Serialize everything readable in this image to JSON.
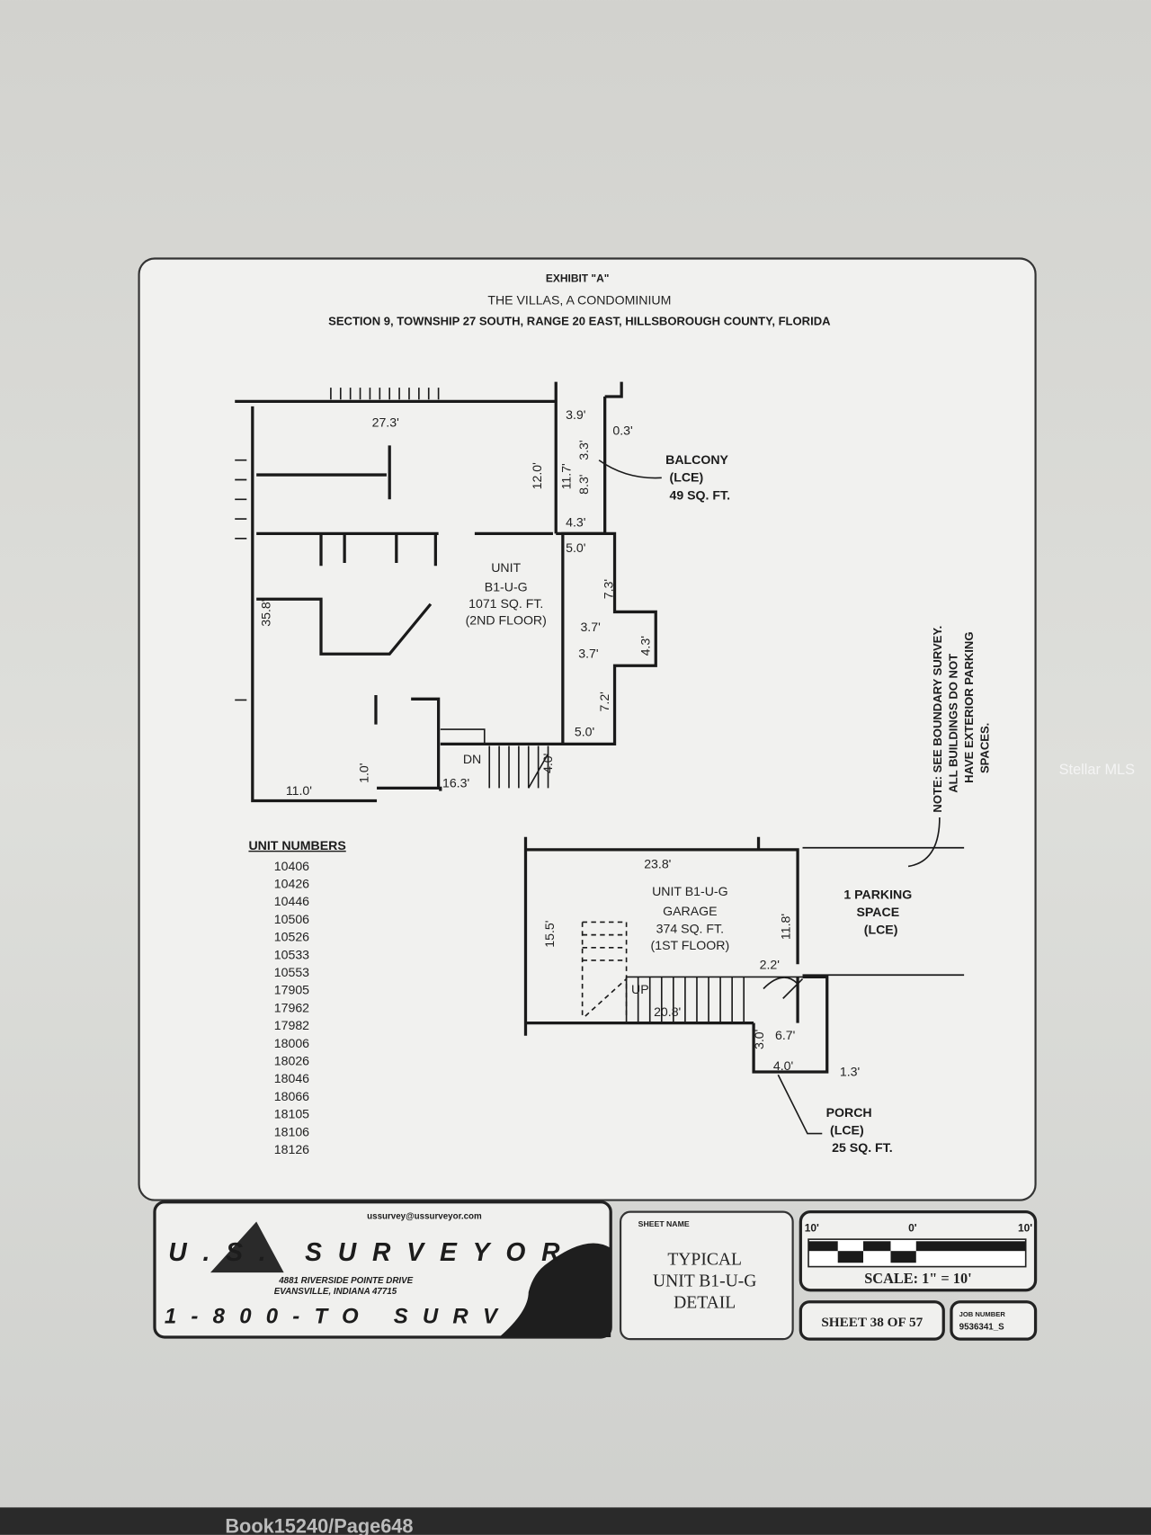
{
  "header": {
    "exhibit": "EXHIBIT \"A\"",
    "title": "THE VILLAS, A CONDOMINIUM",
    "location": "SECTION 9, TOWNSHIP 27 SOUTH, RANGE 20 EAST, HILLSBOROUGH COUNTY, FLORIDA"
  },
  "upper_unit": {
    "line1": "UNIT",
    "line2": "B1-U-G",
    "area": "1071 SQ. FT.",
    "floor": "(2ND FLOOR)",
    "stair_label": "DN",
    "dimensions": [
      "27.3'",
      "3.9'",
      "0.3'",
      "12.0'",
      "11.7'",
      "3.3'",
      "8.3'",
      "4.3'",
      "5.0'",
      "7.3'",
      "3.7'",
      "3.7'",
      "4.3'",
      "7.2'",
      "5.0'",
      "35.8'",
      "11.0'",
      "1.0'",
      "16.3'",
      "4.0'"
    ]
  },
  "balcony": {
    "name": "BALCONY",
    "type": "(LCE)",
    "area": "49 SQ. FT."
  },
  "note": {
    "lines": [
      "NOTE: SEE BOUNDARY SURVEY.",
      "ALL BUILDINGS DO NOT",
      "HAVE EXTERIOR PARKING",
      "SPACES."
    ]
  },
  "unit_numbers": {
    "heading": "UNIT NUMBERS",
    "items": [
      "10406",
      "10426",
      "10446",
      "10506",
      "10526",
      "10533",
      "10553",
      "17905",
      "17962",
      "17982",
      "18006",
      "18026",
      "18046",
      "18066",
      "18105",
      "18106",
      "18126"
    ]
  },
  "garage": {
    "line1": "UNIT B1-U-G",
    "line2": "GARAGE",
    "area": "374 SQ. FT.",
    "floor": "(1ST FLOOR)",
    "stair_label": "UP",
    "dimensions": [
      "23.8'",
      "15.5'",
      "11.8'",
      "2.2'",
      "20.8'",
      "6.7'",
      "3.0'",
      "4.0'",
      "1.3'"
    ]
  },
  "parking": {
    "line1": "1 PARKING",
    "line2": "SPACE",
    "line3": "(LCE)"
  },
  "porch": {
    "name": "PORCH",
    "type": "(LCE)",
    "area": "25 SQ. FT."
  },
  "title_block": {
    "logo_text": "U.S. SURVEYOR",
    "email": "ussurvey@ussurveyor.com",
    "address1": "4881 RIVERSIDE POINTE DRIVE",
    "address2": "EVANSVILLE, INDIANA 47715",
    "phone": "1-800-TO SURV",
    "sheet_name_label": "SHEET NAME",
    "sheet_name_1": "TYPICAL",
    "sheet_name_2": "UNIT B1-U-G",
    "sheet_name_3": "DETAIL",
    "scale_left": "10'",
    "scale_mid": "0'",
    "scale_right": "10'",
    "scale": "SCALE:  1\" = 10'",
    "sheet": "SHEET 38 OF 57",
    "job_label": "JOB NUMBER",
    "job_number": "9536341_S"
  },
  "watermark": "Stellar MLS",
  "footer_text": "Book15240/Page648"
}
